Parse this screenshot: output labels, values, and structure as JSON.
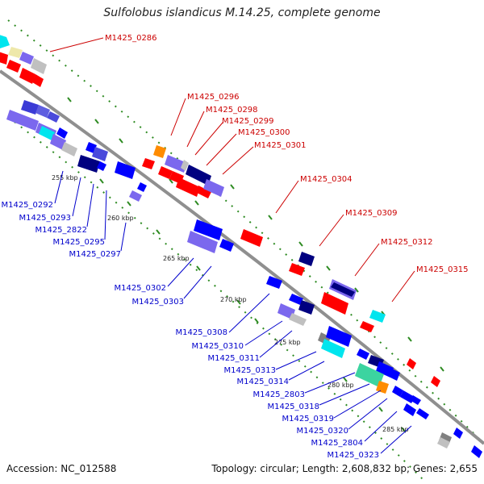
{
  "title": "Sulfolobus islandicus M.14.25, complete genome",
  "accession": "Accession: NC_012588",
  "summary": "Topology: circular; Length: 2,608,832 bp; Genes: 2,655",
  "colors": {
    "forward_label": "#cc0000",
    "reverse_label": "#0000cc",
    "backbone": "#8f8f8f",
    "tick": "#2e8b22",
    "red_gene": "#ff0000",
    "navy_gene": "#000080",
    "blue_gene": "#0000ff",
    "lavender_gene": "#7b68ee",
    "grey_gene": "#c0c0c0",
    "cyan_gene": "#00e5ee",
    "orange_gene": "#ff8c00"
  },
  "kbp_ticks": [
    "255 kbp",
    "260 kbp",
    "265 kbp",
    "270 kbp",
    "275 kbp",
    "280 kbp",
    "285 kbp"
  ],
  "forward_labels": [
    "M1425_0286",
    "M1425_0296",
    "M1425_0298",
    "M1425_0299",
    "M1425_0300",
    "M1425_0301",
    "M1425_0304",
    "M1425_0309",
    "M1425_0312",
    "M1425_0315"
  ],
  "reverse_labels": [
    "M1425_0292",
    "M1425_0293",
    "M1425_2822",
    "M1425_0295",
    "M1425_0297",
    "M1425_0302",
    "M1425_0303",
    "M1425_0308",
    "M1425_0310",
    "M1425_0311",
    "M1425_0313",
    "M1425_0314",
    "M1425_2803",
    "M1425_0318",
    "M1425_0319",
    "M1425_0320",
    "M1425_2804",
    "M1425_0323"
  ]
}
